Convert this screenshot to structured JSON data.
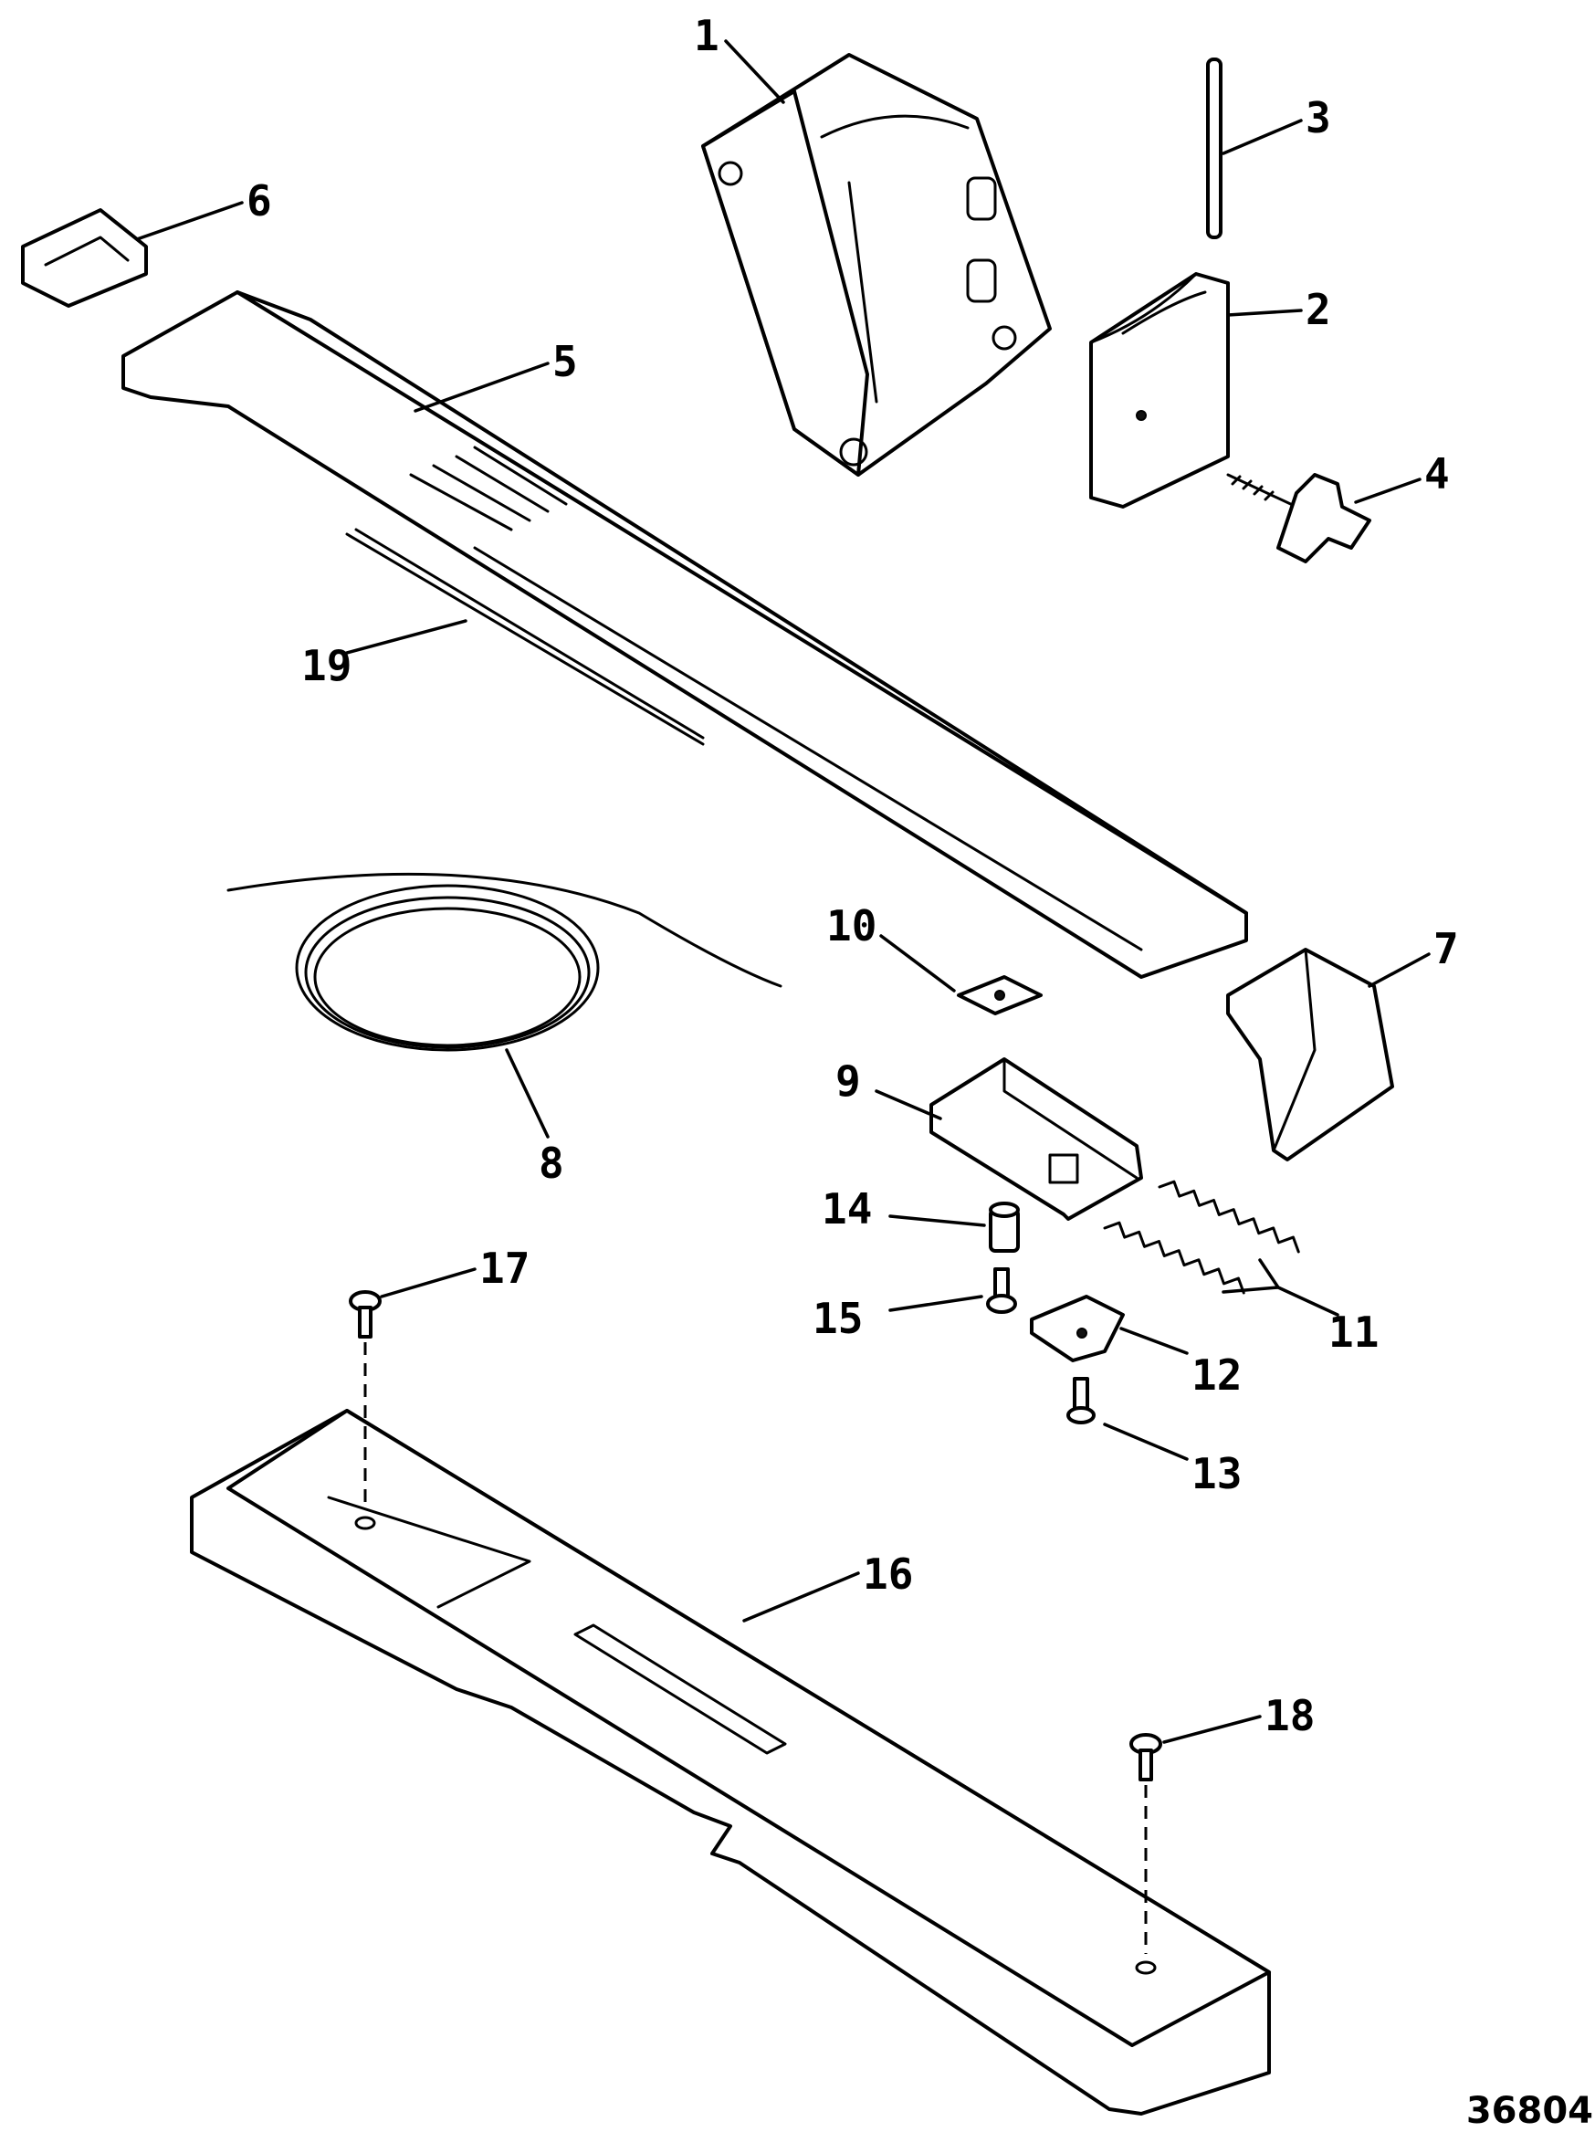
{
  "figure_number": "36804",
  "callouts": [
    {
      "id": "1",
      "label": "1"
    },
    {
      "id": "2",
      "label": "2"
    },
    {
      "id": "3",
      "label": "3"
    },
    {
      "id": "4",
      "label": "4"
    },
    {
      "id": "5",
      "label": "5"
    },
    {
      "id": "6",
      "label": "6"
    },
    {
      "id": "7",
      "label": "7"
    },
    {
      "id": "8",
      "label": "8"
    },
    {
      "id": "9",
      "label": "9"
    },
    {
      "id": "10",
      "label": "10"
    },
    {
      "id": "11",
      "label": "11"
    },
    {
      "id": "12",
      "label": "12"
    },
    {
      "id": "13",
      "label": "13"
    },
    {
      "id": "14",
      "label": "14"
    },
    {
      "id": "15",
      "label": "15"
    },
    {
      "id": "16",
      "label": "16"
    },
    {
      "id": "17",
      "label": "17"
    },
    {
      "id": "18",
      "label": "18"
    },
    {
      "id": "19",
      "label": "19"
    }
  ]
}
